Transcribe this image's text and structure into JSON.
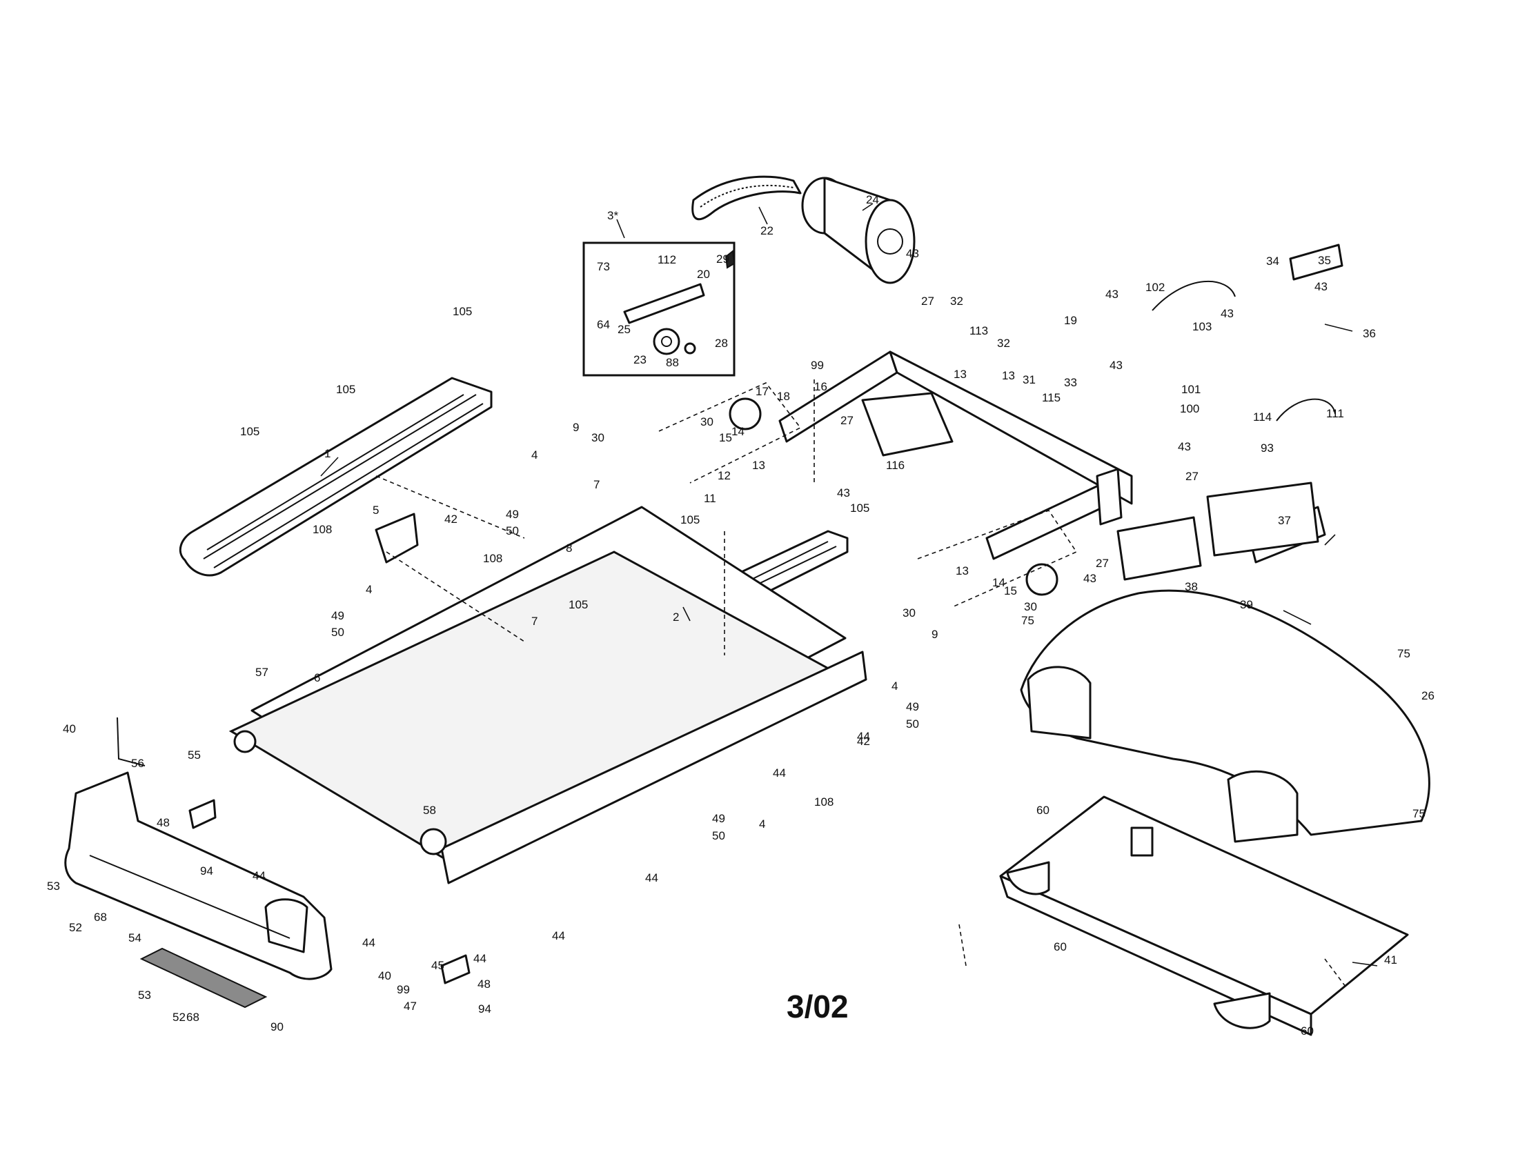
{
  "diagram": {
    "date_code": "3/02",
    "callouts": [
      {
        "id": "c1",
        "label": "1"
      },
      {
        "id": "c2",
        "label": "2"
      },
      {
        "id": "c3",
        "label": "3*"
      },
      {
        "id": "c4a",
        "label": "4"
      },
      {
        "id": "c4b",
        "label": "4"
      },
      {
        "id": "c4c",
        "label": "4"
      },
      {
        "id": "c4d",
        "label": "4"
      },
      {
        "id": "c5",
        "label": "5"
      },
      {
        "id": "c6",
        "label": "6"
      },
      {
        "id": "c7a",
        "label": "7"
      },
      {
        "id": "c7b",
        "label": "7"
      },
      {
        "id": "c8",
        "label": "8"
      },
      {
        "id": "c9a",
        "label": "9"
      },
      {
        "id": "c9b",
        "label": "9"
      },
      {
        "id": "c11",
        "label": "11"
      },
      {
        "id": "c12",
        "label": "12"
      },
      {
        "id": "c13a",
        "label": "13"
      },
      {
        "id": "c13b",
        "label": "13"
      },
      {
        "id": "c13c",
        "label": "13"
      },
      {
        "id": "c13d",
        "label": "13"
      },
      {
        "id": "c14a",
        "label": "14"
      },
      {
        "id": "c14b",
        "label": "14"
      },
      {
        "id": "c15a",
        "label": "15"
      },
      {
        "id": "c15b",
        "label": "15"
      },
      {
        "id": "c16",
        "label": "16"
      },
      {
        "id": "c17",
        "label": "17"
      },
      {
        "id": "c18",
        "label": "18"
      },
      {
        "id": "c19",
        "label": "19"
      },
      {
        "id": "c20",
        "label": "20"
      },
      {
        "id": "c22",
        "label": "22"
      },
      {
        "id": "c23",
        "label": "23"
      },
      {
        "id": "c24",
        "label": "24"
      },
      {
        "id": "c25",
        "label": "25"
      },
      {
        "id": "c26",
        "label": "26"
      },
      {
        "id": "c27a",
        "label": "27"
      },
      {
        "id": "c27b",
        "label": "27"
      },
      {
        "id": "c27c",
        "label": "27"
      },
      {
        "id": "c27d",
        "label": "27"
      },
      {
        "id": "c28",
        "label": "28"
      },
      {
        "id": "c29",
        "label": "29"
      },
      {
        "id": "c30a",
        "label": "30"
      },
      {
        "id": "c30b",
        "label": "30"
      },
      {
        "id": "c30c",
        "label": "30"
      },
      {
        "id": "c30d",
        "label": "30"
      },
      {
        "id": "c31",
        "label": "31"
      },
      {
        "id": "c32a",
        "label": "32"
      },
      {
        "id": "c32b",
        "label": "32"
      },
      {
        "id": "c33",
        "label": "33"
      },
      {
        "id": "c34",
        "label": "34"
      },
      {
        "id": "c35",
        "label": "35"
      },
      {
        "id": "c36",
        "label": "36"
      },
      {
        "id": "c37",
        "label": "37"
      },
      {
        "id": "c38",
        "label": "38"
      },
      {
        "id": "c39",
        "label": "39"
      },
      {
        "id": "c40a",
        "label": "40"
      },
      {
        "id": "c40b",
        "label": "40"
      },
      {
        "id": "c41",
        "label": "41"
      },
      {
        "id": "c42a",
        "label": "42"
      },
      {
        "id": "c42b",
        "label": "42"
      },
      {
        "id": "c43a",
        "label": "43"
      },
      {
        "id": "c43b",
        "label": "43"
      },
      {
        "id": "c43c",
        "label": "43"
      },
      {
        "id": "c43d",
        "label": "43"
      },
      {
        "id": "c43e",
        "label": "43"
      },
      {
        "id": "c43f",
        "label": "43"
      },
      {
        "id": "c43g",
        "label": "43"
      },
      {
        "id": "c43h",
        "label": "43"
      },
      {
        "id": "c44a",
        "label": "44"
      },
      {
        "id": "c44b",
        "label": "44"
      },
      {
        "id": "c44c",
        "label": "44"
      },
      {
        "id": "c44d",
        "label": "44"
      },
      {
        "id": "c44e",
        "label": "44"
      },
      {
        "id": "c44f",
        "label": "44"
      },
      {
        "id": "c44g",
        "label": "44"
      },
      {
        "id": "c45",
        "label": "45"
      },
      {
        "id": "c47",
        "label": "47"
      },
      {
        "id": "c48a",
        "label": "48"
      },
      {
        "id": "c48b",
        "label": "48"
      },
      {
        "id": "c49a",
        "label": "49"
      },
      {
        "id": "c49b",
        "label": "49"
      },
      {
        "id": "c49c",
        "label": "49"
      },
      {
        "id": "c49d",
        "label": "49"
      },
      {
        "id": "c50a",
        "label": "50"
      },
      {
        "id": "c50b",
        "label": "50"
      },
      {
        "id": "c50c",
        "label": "50"
      },
      {
        "id": "c50d",
        "label": "50"
      },
      {
        "id": "c52a",
        "label": "52"
      },
      {
        "id": "c52b",
        "label": "52"
      },
      {
        "id": "c53a",
        "label": "53"
      },
      {
        "id": "c53b",
        "label": "53"
      },
      {
        "id": "c54",
        "label": "54"
      },
      {
        "id": "c55",
        "label": "55"
      },
      {
        "id": "c56",
        "label": "56"
      },
      {
        "id": "c57",
        "label": "57"
      },
      {
        "id": "c58",
        "label": "58"
      },
      {
        "id": "c60a",
        "label": "60"
      },
      {
        "id": "c60b",
        "label": "60"
      },
      {
        "id": "c60c",
        "label": "60"
      },
      {
        "id": "c64",
        "label": "64"
      },
      {
        "id": "c68a",
        "label": "68"
      },
      {
        "id": "c68b",
        "label": "68"
      },
      {
        "id": "c73",
        "label": "73"
      },
      {
        "id": "c75a",
        "label": "75"
      },
      {
        "id": "c75b",
        "label": "75"
      },
      {
        "id": "c75c",
        "label": "75"
      },
      {
        "id": "c88",
        "label": "88"
      },
      {
        "id": "c90",
        "label": "90"
      },
      {
        "id": "c93",
        "label": "93"
      },
      {
        "id": "c94a",
        "label": "94"
      },
      {
        "id": "c94b",
        "label": "94"
      },
      {
        "id": "c99a",
        "label": "99"
      },
      {
        "id": "c99b",
        "label": "99"
      },
      {
        "id": "c100",
        "label": "100"
      },
      {
        "id": "c101",
        "label": "101"
      },
      {
        "id": "c102",
        "label": "102"
      },
      {
        "id": "c103",
        "label": "103"
      },
      {
        "id": "c105a",
        "label": "105"
      },
      {
        "id": "c105b",
        "label": "105"
      },
      {
        "id": "c105c",
        "label": "105"
      },
      {
        "id": "c105d",
        "label": "105"
      },
      {
        "id": "c105e",
        "label": "105"
      },
      {
        "id": "c105f",
        "label": "105"
      },
      {
        "id": "c108a",
        "label": "108"
      },
      {
        "id": "c108b",
        "label": "108"
      },
      {
        "id": "c108c",
        "label": "108"
      },
      {
        "id": "c111",
        "label": "111"
      },
      {
        "id": "c112",
        "label": "112"
      },
      {
        "id": "c113",
        "label": "113"
      },
      {
        "id": "c114",
        "label": "114"
      },
      {
        "id": "c115",
        "label": "115"
      },
      {
        "id": "c116",
        "label": "116"
      }
    ]
  }
}
